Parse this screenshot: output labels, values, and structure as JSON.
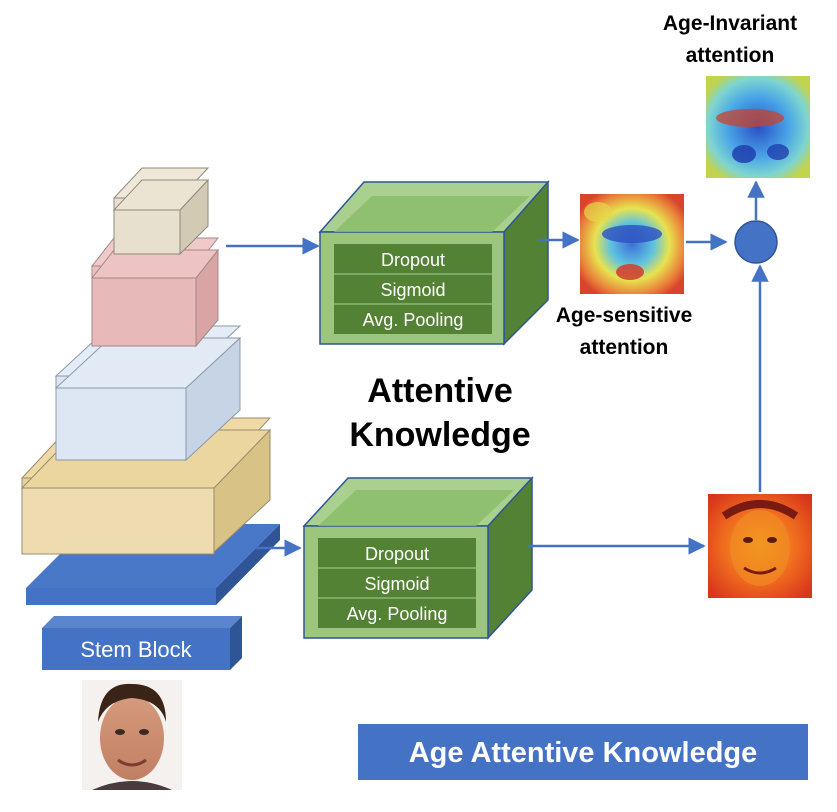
{
  "diagram": {
    "stem_label": "Stem Block",
    "module_top": {
      "rows": [
        "Dropout",
        "Sigmoid",
        "Avg. Pooling"
      ]
    },
    "module_bottom": {
      "rows": [
        "Dropout",
        "Sigmoid",
        "Avg. Pooling"
      ]
    },
    "center_title": {
      "line1": "Attentive",
      "line2": "Knowledge"
    },
    "age_sensitive": {
      "line1": "Age-sensitive",
      "line2": "attention"
    },
    "age_invariant": {
      "line1": "Age-Invariant",
      "line2": "attention"
    },
    "banner": "Age Attentive Knowledge"
  },
  "colors": {
    "accent_blue": "#4472c4",
    "module_green": "#70ad47",
    "module_green_dark": "#548235",
    "module_green_light": "#a9d08e",
    "layer_tan": "#eedcb0",
    "layer_pink": "#e8b9b9",
    "layer_light_blue": "#dce7f3",
    "layer_beige": "#e8e0cf"
  }
}
